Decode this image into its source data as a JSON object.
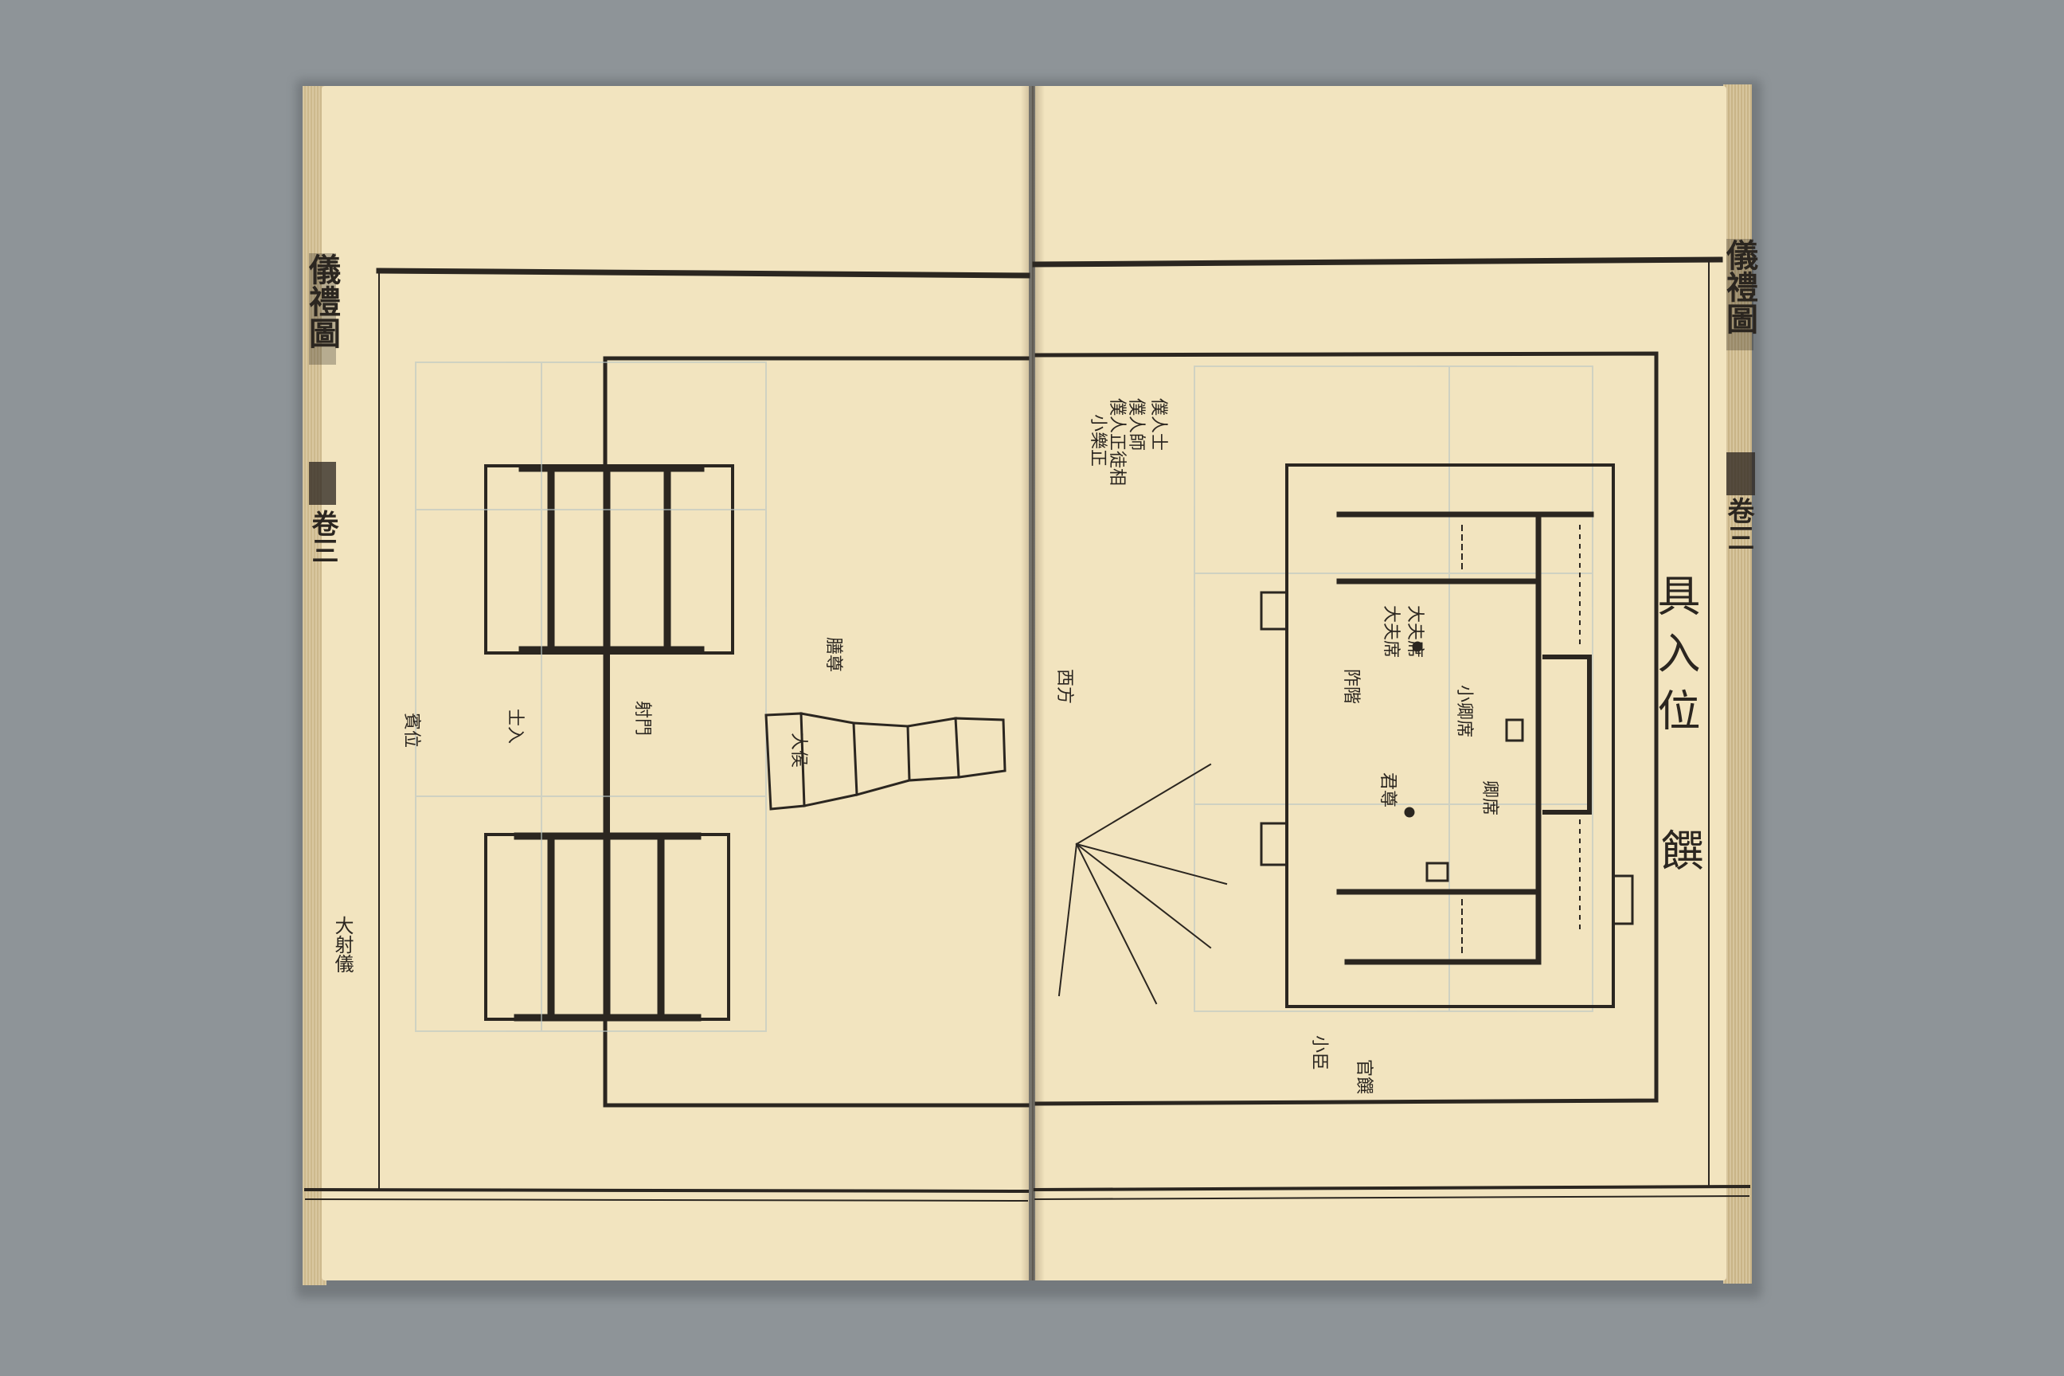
{
  "left_page": {
    "margin_title": "儀禮圖",
    "volume_mark": "卷三",
    "chapter_mark": "大射儀"
  },
  "right_page": {
    "margin_title": "儀禮圖",
    "volume_mark": "卷三",
    "diagram_title": "具入位",
    "diagram_subtitle": "饌"
  },
  "colors": {
    "background": "#8e9498",
    "paper": "#f2e4bf",
    "ink": "#2b2620"
  }
}
